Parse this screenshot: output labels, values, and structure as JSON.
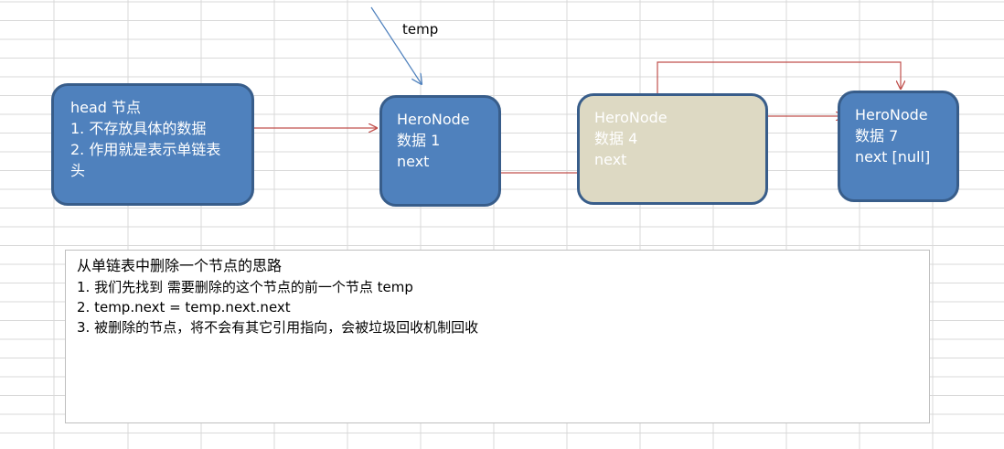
{
  "temp_label": "temp",
  "head_node": {
    "lines": [
      "head 节点",
      "1. 不存放具体的数据",
      "2. 作用就是表示单链表头"
    ]
  },
  "node_1": {
    "lines": [
      "HeroNode",
      "数据 1",
      "next"
    ]
  },
  "node_4": {
    "lines": [
      "HeroNode",
      "数据 4",
      "next"
    ]
  },
  "node_7": {
    "lines": [
      "HeroNode",
      "数据 7",
      "next [null]"
    ]
  },
  "notes": {
    "title": "从单链表中删除一个节点的思路",
    "lines": [
      "1.  我们先找到 需要删除的这个节点的前一个节点 temp",
      "2.  temp.next = temp.next.next",
      "3. 被删除的节点，将不会有其它引用指向，会被垃圾回收机制回收"
    ]
  },
  "colors": {
    "node_fill": "#4f81bd",
    "node_border": "#385d8a",
    "deleted_fill": "#ddd9c3",
    "arrow_red": "#c0504d",
    "arrow_blue": "#4f81bd",
    "grid": "#d9d9d9"
  }
}
